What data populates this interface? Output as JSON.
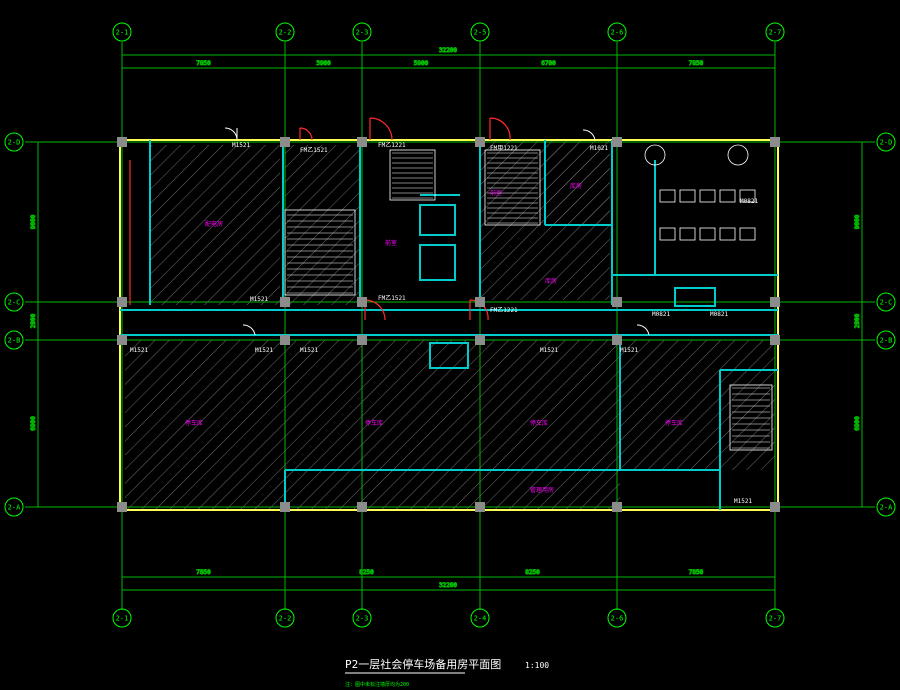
{
  "colors": {
    "background": "#000000",
    "grid_line": "#00cc00",
    "wall": "#00cccc",
    "outer_wall": "#ffff66",
    "hatch": "#7a7a7a",
    "door": "#ff2a2a",
    "room_label": "#ff00ff",
    "text": "#ffffff",
    "column": "#8c8c8c"
  },
  "grid": {
    "axes_top": [
      "2-1",
      "2-2",
      "2-3",
      "2-5",
      "2-6",
      "2-7"
    ],
    "axes_bottom": [
      "2-1",
      "2-2",
      "2-3",
      "2-4",
      "2-6",
      "2-7"
    ],
    "axes_left": [
      "2-D",
      "2-C",
      "2-B",
      "2-A"
    ],
    "axes_right": [
      "2-D",
      "2-C",
      "2-B",
      "2-A"
    ]
  },
  "dimensions": {
    "top_total": "32200",
    "top_segments": [
      "7850",
      "3900",
      "5900",
      "6700",
      "7850"
    ],
    "bottom_total": "32200",
    "bottom_segments": [
      "7850",
      "8250",
      "8250",
      "7850"
    ],
    "left_segments": [
      "9000",
      "2000",
      "6900"
    ],
    "right_segments": [
      "9000",
      "2000",
      "6900"
    ]
  },
  "door_tags": [
    "M1521",
    "M1521",
    "M1521",
    "M1521",
    "M1521",
    "M1521",
    "M1521",
    "M1521",
    "FM乙1521",
    "FM乙1221",
    "FM甲1221",
    "FM乙1521",
    "FM乙1221",
    "M1021",
    "M0821",
    "M0821",
    "M0821"
  ],
  "room_labels": [
    "配电房",
    "停车库",
    "停车库",
    "停车库",
    "停车库",
    "库房",
    "库房",
    "管理用房",
    "前室",
    "前室"
  ],
  "title": {
    "main": "P2一层社会停车场备用房平面图",
    "scale": "1:100"
  },
  "notes": {
    "bottom_small": "注：图中未标注墙厚均为200"
  }
}
